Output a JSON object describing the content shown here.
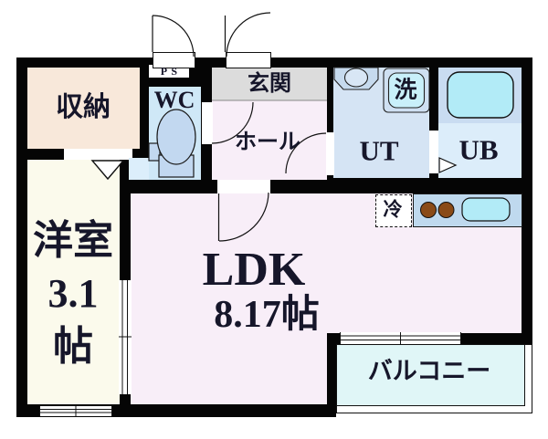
{
  "floorplan": {
    "rooms": {
      "storage": "収納",
      "ps": "PS",
      "wc": "WC",
      "entrance": "玄関",
      "hall": "ホール",
      "utility": "UT",
      "washer": "洗",
      "bath": "UB",
      "western_label": "洋室",
      "western_size": "3.1",
      "western_unit": "帖",
      "ldk_label": "LDK",
      "ldk_size": "8.17帖",
      "fridge": "冷",
      "balcony": "バルコニー"
    },
    "colors": {
      "wall": "#050505",
      "storage": "#f8e8da",
      "western_room": "#fbfaec",
      "wc": "#cfe8f7",
      "wc_floor": "#dceefb",
      "toilet": "#c2d8f0",
      "entrance": "#dcdcdc",
      "hall_ldk": "#f8eef8",
      "utility": "#d5e4f4",
      "bath_upper": "#c9dcf1",
      "bath_lower": "#dcedfa",
      "bathtub": "#b2ebf7",
      "washer_inner": "#c9f0fa",
      "kitchen_counter": "#bfd9ee",
      "burner": "#8a4a17",
      "kitchen_sink": "#b2ebf7",
      "balcony": "#e0f6f7"
    }
  }
}
